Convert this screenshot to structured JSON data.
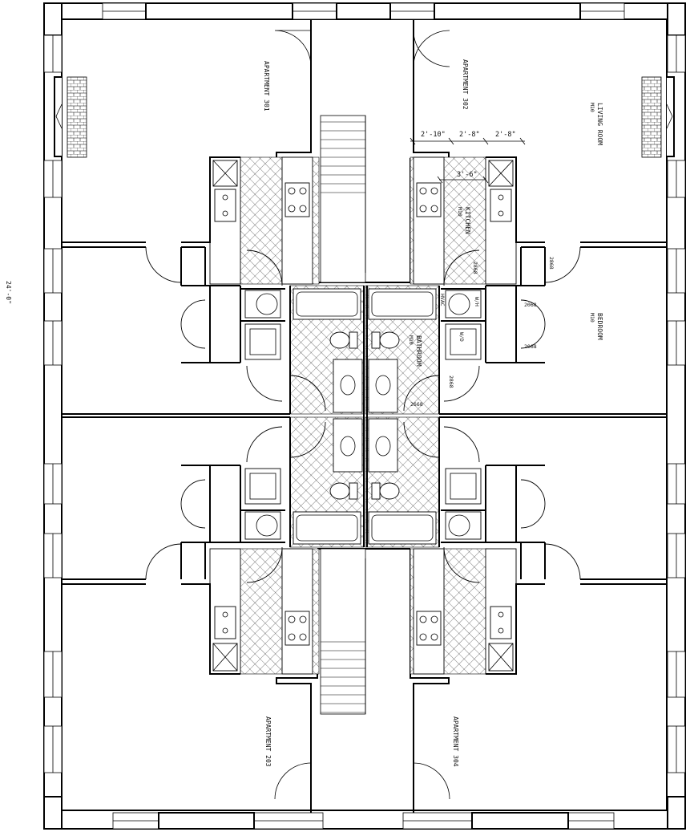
{
  "labels": {
    "apt_301": "APARTMENT 301",
    "apt_302": "APARTMENT 302",
    "apt_203": "APARTMENT 203",
    "apt_304": "APARTMENT 304",
    "living_room": "LIVING ROOM",
    "bedroom": "BEDROOM",
    "kitchen": "KITCHEN",
    "bathroom": "BATHROOM",
    "hvac": "HVAC",
    "wh": "W/H",
    "wd": "W/D",
    "room_code": "M10"
  },
  "dimensions": {
    "seg_a": "2'-10\"",
    "seg_b": "2'-8\"",
    "seg_c": "2'-8\"",
    "kitchen_width": "3'-6\"",
    "side_note": "24'-0\""
  },
  "door_tags": {
    "d1": "2868",
    "d2": "2868",
    "d3": "2068",
    "d4": "2068",
    "d5": "2868",
    "d6": "2668"
  },
  "colors": {
    "line": "#000000",
    "background": "#ffffff"
  }
}
